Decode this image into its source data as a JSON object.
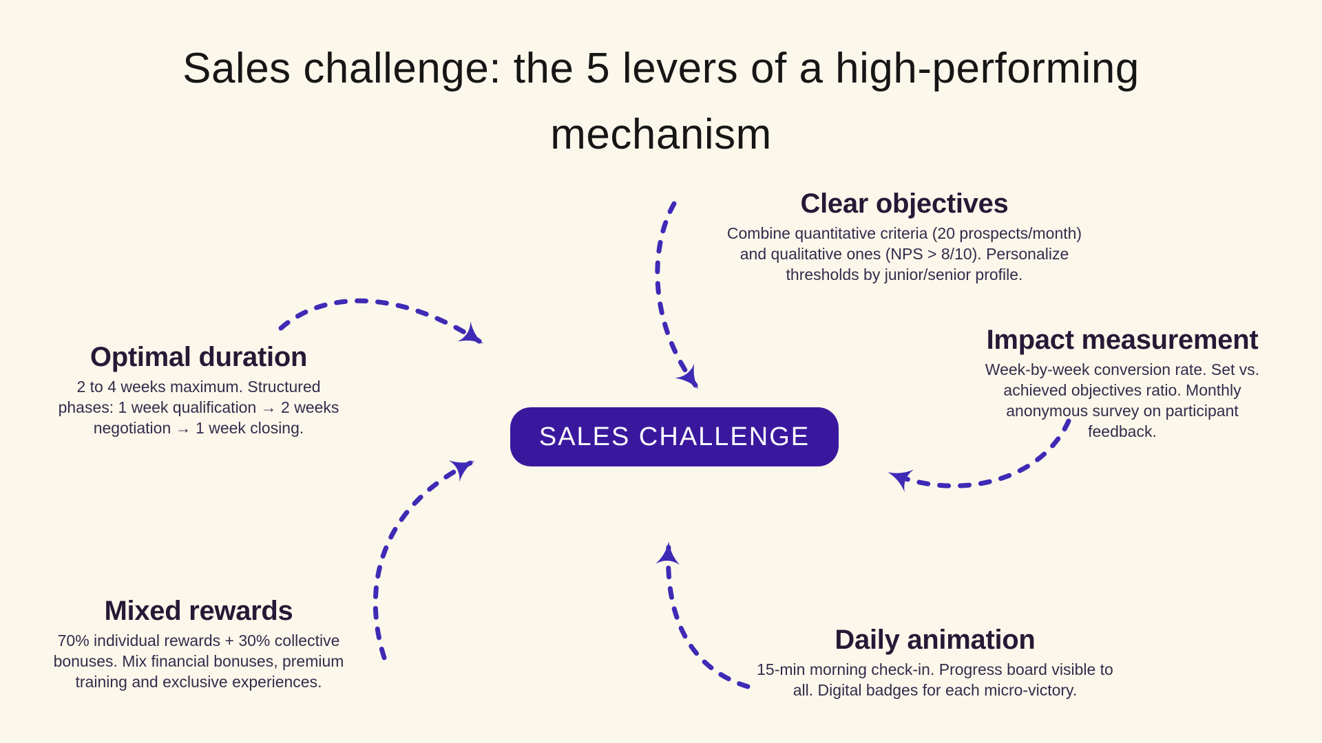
{
  "page": {
    "background": "#fcf7eb",
    "accent": "#3e2ab5",
    "pill_color": "#3a189e"
  },
  "title": "Sales challenge: the 5 levers of a high-performing mechanism",
  "center": {
    "label": "SALES CHALLENGE"
  },
  "levers": [
    {
      "id": "clear-objectives",
      "title": "Clear objectives",
      "description": "Combine quantitative criteria (20 prospects/month) and qualitative ones (NPS > 8/10). Personalize thresholds by junior/senior profile."
    },
    {
      "id": "impact-measurement",
      "title": "Impact measurement",
      "description": "Week-by-week conversion rate. Set vs. achieved objectives ratio. Monthly anonymous survey on participant feedback."
    },
    {
      "id": "optimal-duration",
      "title": "Optimal duration",
      "description": "2 to 4 weeks maximum. Structured phases: 1 week qualification → 2 weeks negotiation → 1 week closing."
    },
    {
      "id": "mixed-rewards",
      "title": "Mixed rewards",
      "description": "70% individual rewards + 30% collective bonuses. Mix financial bonuses, premium training and exclusive experiences."
    },
    {
      "id": "daily-animation",
      "title": "Daily animation",
      "description": "15-min morning check-in. Progress board visible to all. Digital badges for each micro-victory."
    }
  ]
}
